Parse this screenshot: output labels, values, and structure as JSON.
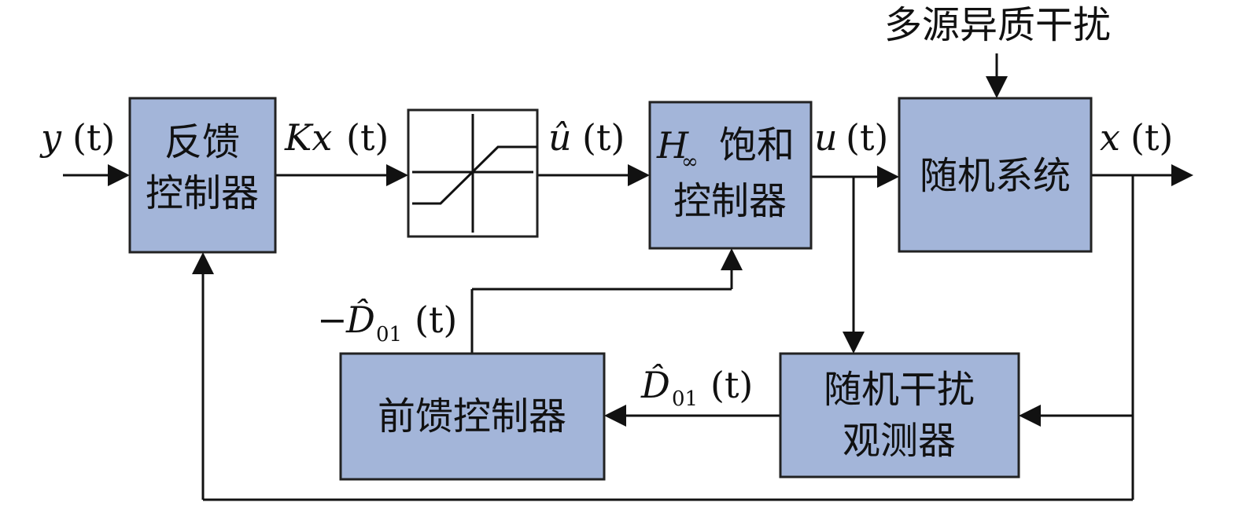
{
  "blocks": {
    "feedback_controller": [
      "反馈",
      "控制器"
    ],
    "saturation_controller": [
      "饱和",
      "控制器"
    ],
    "stochastic_system": "随机系统",
    "disturbance_observer": [
      "随机干扰",
      "观测器"
    ],
    "feedforward_controller": "前馈控制器"
  },
  "disturbance_input": "多源异质干扰",
  "signals": {
    "reference": {
      "var": "y",
      "arg": "(t)"
    },
    "feedback_output": {
      "var": "Kx",
      "arg": "(t)"
    },
    "saturated_input": {
      "var": "û",
      "arg": "(t)"
    },
    "control_input": {
      "var": "u",
      "arg": "(t)"
    },
    "state": {
      "var": "x",
      "arg": "(t)"
    },
    "h_inf": {
      "var": "H",
      "sub": "∞"
    },
    "neg_disturbance_estimate": {
      "sign": "−",
      "var": "D̂",
      "sub": "01",
      "arg": "(t)"
    },
    "disturbance_estimate": {
      "var": "D̂",
      "sub": "01",
      "arg": "(t)"
    }
  },
  "colors": {
    "block_fill": "#a3b5d9",
    "line": "#111111"
  }
}
